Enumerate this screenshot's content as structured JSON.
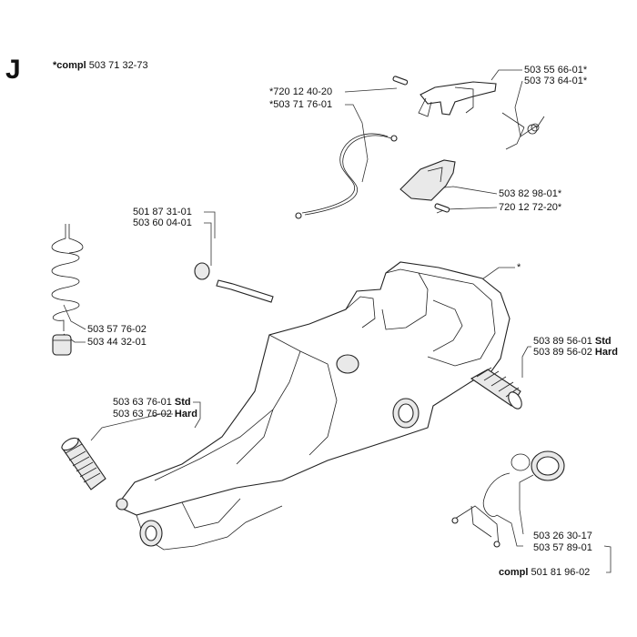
{
  "section_letter": "J",
  "compl_top": {
    "prefix": "*compl",
    "number": "503 71 32-73"
  },
  "labels": {
    "l1": "*720 12 40-20",
    "l2": "*503 71 76-01",
    "l3": "503 55 66-01*",
    "l4": "503 73 64-01*",
    "l5": "503 82 98-01*",
    "l6": "720 12 72-20*",
    "l7": "501 87 31-01",
    "l8": "503 60 04-01",
    "l9": "*",
    "l10": "503 57 76-02",
    "l11": "503 44 32-01",
    "l12_num": "503 89 56-01",
    "l12_suf": "Std",
    "l13_num": "503 89 56-02",
    "l13_suf": "Hard",
    "l14_num": "503 63 76-01",
    "l14_suf": "Std",
    "l15_num": "503 63 76-02",
    "l15_suf": "Hard",
    "l16": "503 26 30-17",
    "l17": "503 57 89-01"
  },
  "compl_bottom": {
    "prefix": "compl",
    "number": "501 81 96-02"
  }
}
